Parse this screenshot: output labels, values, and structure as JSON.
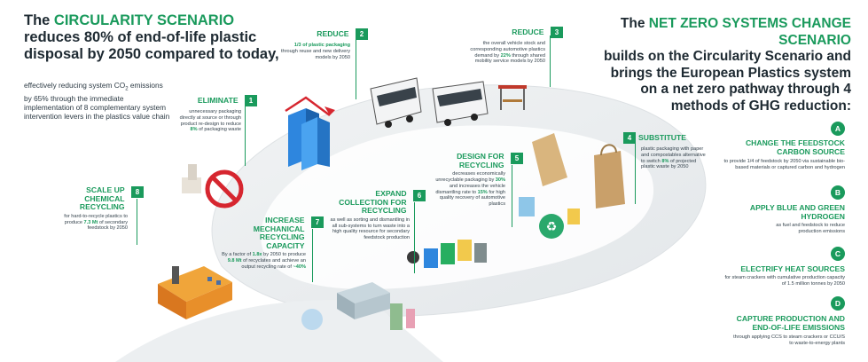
{
  "left": {
    "headline_1": "The ",
    "headline_scenario": "CIRCULARITY SCENARIO",
    "headline_2": "reduces 80% of end-of-life plastic disposal by 2050 compared to today,",
    "intro_1": "effectively reducing system CO",
    "intro_sub": "2",
    "intro_2": " emissions by 65% through the immediate implementation of 8 complementary system intervention levers in the plastics value chain"
  },
  "right": {
    "headline_1": "The ",
    "headline_scenario": "NET ZERO SYSTEMS CHANGE SCENARIO",
    "headline_2": "builds on the Circularity Scenario and brings the European Plastics system on a net zero pathway through 4 methods of GHG reduction:"
  },
  "levers": [
    {
      "num": "1",
      "title": "ELIMINATE",
      "pre": "unnecessary packaging directly at source or through product re-design to reduce ",
      "hl": "8%",
      "post": " of packaging waste"
    },
    {
      "num": "2",
      "title": "REDUCE",
      "pre": "",
      "hl": "1/3 of plastic packaging",
      "post": " through reuse and new delivery models by 2050"
    },
    {
      "num": "3",
      "title": "REDUCE",
      "pre": "the overall vehicle stock and corresponding automotive plastics demand by ",
      "hl": "22%",
      "post": " through shared mobility service models by 2050"
    },
    {
      "num": "4",
      "title": "SUBSTITUTE",
      "pre": "plastic packaging with paper and compostables alternative to switch ",
      "hl": "8%",
      "post": " of projected plastic waste by 2050"
    },
    {
      "num": "5",
      "title": "DESIGN FOR RECYCLING",
      "pre": "decreases economically unrecyclable packaging by ",
      "hl": "30%",
      "mid": " and increases the vehicle dismantling rate to ",
      "hl2": "15%",
      "post": " for high quality recovery of automotive plastics"
    },
    {
      "num": "6",
      "title": "EXPAND COLLECTION FOR RECYCLING",
      "pre": "as well as sorting and dismantling in all sub-systems to turn waste into a high quality resource for secondary feedstock production",
      "hl": "",
      "post": ""
    },
    {
      "num": "7",
      "title": "INCREASE MECHANICAL RECYCLING CAPACITY",
      "pre": "By a factor of ",
      "hl": "1.8x",
      "mid": " by 2050 to produce ",
      "hl2": "9.8 Mt",
      "mid2": " of recyclates and achieve an output recycling rate of ",
      "hl3": "~40%",
      "post": ""
    },
    {
      "num": "8",
      "title": "SCALE UP CHEMICAL RECYCLING",
      "pre": "for hard-to-recycle plastics to produce ",
      "hl": "7.3 Mt",
      "post": " of secondary feedstock by 2050"
    }
  ],
  "methods": [
    {
      "letter": "A",
      "title": "CHANGE THE FEEDSTOCK CARBON SOURCE",
      "text": "to provide 1/4 of feedstock by 2050 via sustainable bio-based materials or captured carbon and hydrogen"
    },
    {
      "letter": "B",
      "title": "APPLY BLUE AND GREEN HYDROGEN",
      "text": "as fuel and feedstock to reduce production emissions"
    },
    {
      "letter": "C",
      "title": "ELECTRIFY HEAT SOURCES",
      "text": "for steam crackers with cumulative production capacity of 1.5 million tonnes by 2050"
    },
    {
      "letter": "D",
      "title": "CAPTURE PRODUCTION AND END-OF-LIFE EMISSIONS",
      "text": "through applying CCS to steam crackers or CCU/S to waste-to-energy plants"
    }
  ],
  "colors": {
    "accent": "#1a9a5c",
    "text": "#1e2a32",
    "path": "#e9ecee"
  }
}
